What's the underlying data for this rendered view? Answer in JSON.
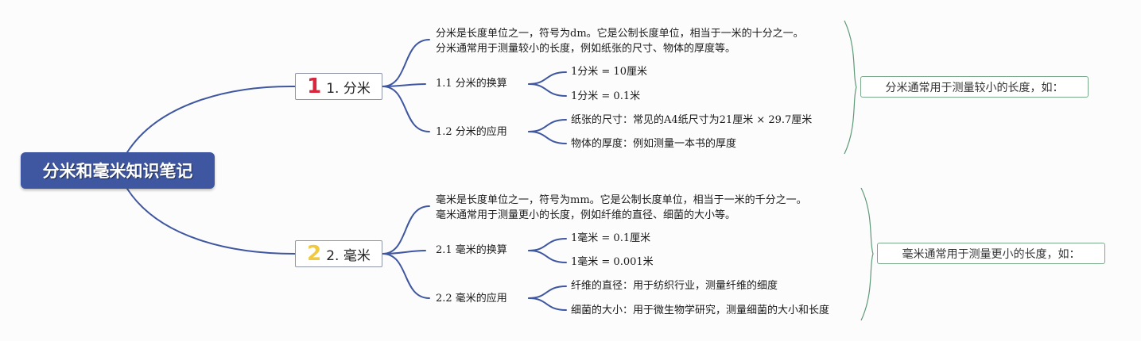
{
  "root": {
    "title": "分米和毫米知识笔记"
  },
  "branches": [
    {
      "number": "1",
      "label": "1. 分米",
      "definition": [
        "分米是长度单位之一，符号为dm。它是公制长度单位，相当于一米的十分之一。",
        "分米通常用于测量较小的长度，例如纸张的尺寸、物体的厚度等。"
      ],
      "conversion": {
        "label": "1.1 分米的换算",
        "items": [
          "1分米 = 10厘米",
          "1分米 = 0.1米"
        ]
      },
      "application": {
        "label": "1.2 分米的应用",
        "items": [
          "纸张的尺寸：常见的A4纸尺寸为21厘米 × 29.7厘米",
          "物体的厚度：例如测量一本书的厚度"
        ]
      },
      "summary": "分米通常用于测量较小的长度，如："
    },
    {
      "number": "2",
      "label": "2. 毫米",
      "definition": [
        "毫米是长度单位之一，符号为mm。它是公制长度单位，相当于一米的千分之一。",
        "毫米通常用于测量更小的长度，例如纤维的直径、细菌的大小等。"
      ],
      "conversion": {
        "label": "2.1 毫米的换算",
        "items": [
          "1毫米 = 0.1厘米",
          "1毫米 = 0.001米"
        ]
      },
      "application": {
        "label": "2.2 毫米的应用",
        "items": [
          "纤维的直径：用于纺织行业，测量纤维的细度",
          "细菌的大小：用于微生物学研究，测量细菌的大小和长度"
        ]
      },
      "summary": "毫米通常用于测量更小的长度，如："
    }
  ],
  "colors": {
    "root_fill": "#3f57a0",
    "connector": "#3f57a0",
    "bracket": "#5d9a78",
    "number_1": "#d6273f",
    "number_2": "#f2c93b"
  }
}
